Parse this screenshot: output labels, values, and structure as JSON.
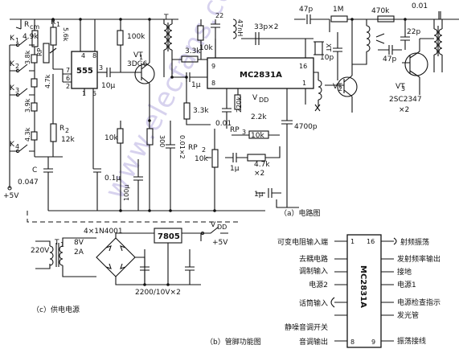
{
  "watermark": "www.elecfans.com",
  "captions": {
    "circuit": "（a）电路图",
    "pinout": "（b）管脚功能图",
    "power": "（c）供电电源"
  },
  "ic": {
    "name": "MC2831A",
    "pin9": "9",
    "pin16": "16",
    "pin8": "8",
    "pin1": "1"
  },
  "ic555": {
    "name": "555",
    "pin4": "4",
    "pin8": "8",
    "pin3": "3",
    "pin7": "7",
    "pin6": "6",
    "pin2": "2",
    "pin1": "1",
    "pin5": "5"
  },
  "left_network": {
    "rcm": "R",
    "rcm_sub": "cm",
    "r1": "R",
    "r1_sub": "1",
    "r1_val": "5.6k",
    "rp": "RP",
    "r49a": "4.9k",
    "r38": "3.8k",
    "r47": "4.7k",
    "r39": "3.9k",
    "r43": "4.3k",
    "r2": "R",
    "r2_sub": "2",
    "r12": "12k",
    "k1": "K",
    "k1_sub": "1",
    "k2": "K",
    "k2_sub": "2",
    "k3": "K",
    "k3_sub": "3",
    "k4": "K",
    "k4_sub": "4",
    "c": "C",
    "c_val": "0.047",
    "vplus": "+5V"
  },
  "mid_labels": {
    "c01": "0.1μ",
    "c10": "10μ",
    "r100k": "100k",
    "vt1": "VT",
    "vt1_sub": "1",
    "vt1_type": "3DG6",
    "r10k_a": "10k",
    "c100": "100μ",
    "r300": "300",
    "c001x2": "0.01×2",
    "t": "T",
    "r33k_a": "3.3k",
    "c1u_a": "1μ",
    "r33k_b": "3.3k",
    "r10k_top": "10k",
    "c22": "22",
    "l47": "47nH",
    "c33": "33p×2",
    "c47p_a": "47p",
    "r1m": "1M",
    "xt": "XT",
    "r220k": "220k",
    "c001": "0.01",
    "vdd": "V",
    "vdd_sub": "DD",
    "r22k": "2.2k",
    "rp3": "RP",
    "rp3_sub": "3",
    "r10k_b": "10k",
    "c4700": "4700p",
    "rp2": "RP",
    "rp2_sub": "2",
    "rp2_val": "10k",
    "c1u_b": "1μ",
    "r47x2": "4.7k",
    "x2": "×2",
    "c1u_c": "1μ"
  },
  "rf_labels": {
    "r470k": "470k",
    "c10p": "10p",
    "c47p_b": "47p",
    "c22p": "22p",
    "c001top": "0.01",
    "vt2": "VT",
    "vt2_sub": "2",
    "vt3": "VT",
    "vt3_sub": "3",
    "vt3_type": "2SC2347",
    "vt3_x2": "×2"
  },
  "power": {
    "v220": "220V",
    "t1": "T",
    "t1_sub": "1",
    "v8": "8V",
    "a2": "2A",
    "diodes": "4×1N4001",
    "reg": "7805",
    "vdd": "V",
    "vdd_sub": "DD",
    "out": "+5V",
    "caps": "2200/10V×2"
  },
  "pinout": {
    "chip": "MC2831A",
    "p16": "16",
    "p1": "1",
    "p8": "8",
    "p9": "9",
    "left": [
      "可变电阻输入端",
      "去耦电路",
      "调制输入",
      "电源2",
      "话筒输入",
      "静噪音调开关",
      "音调输出"
    ],
    "right": [
      "射频振荡",
      "发射频率输出",
      "接地",
      "电源1",
      "电源检查指示",
      "发光管",
      "振荡接线"
    ]
  }
}
